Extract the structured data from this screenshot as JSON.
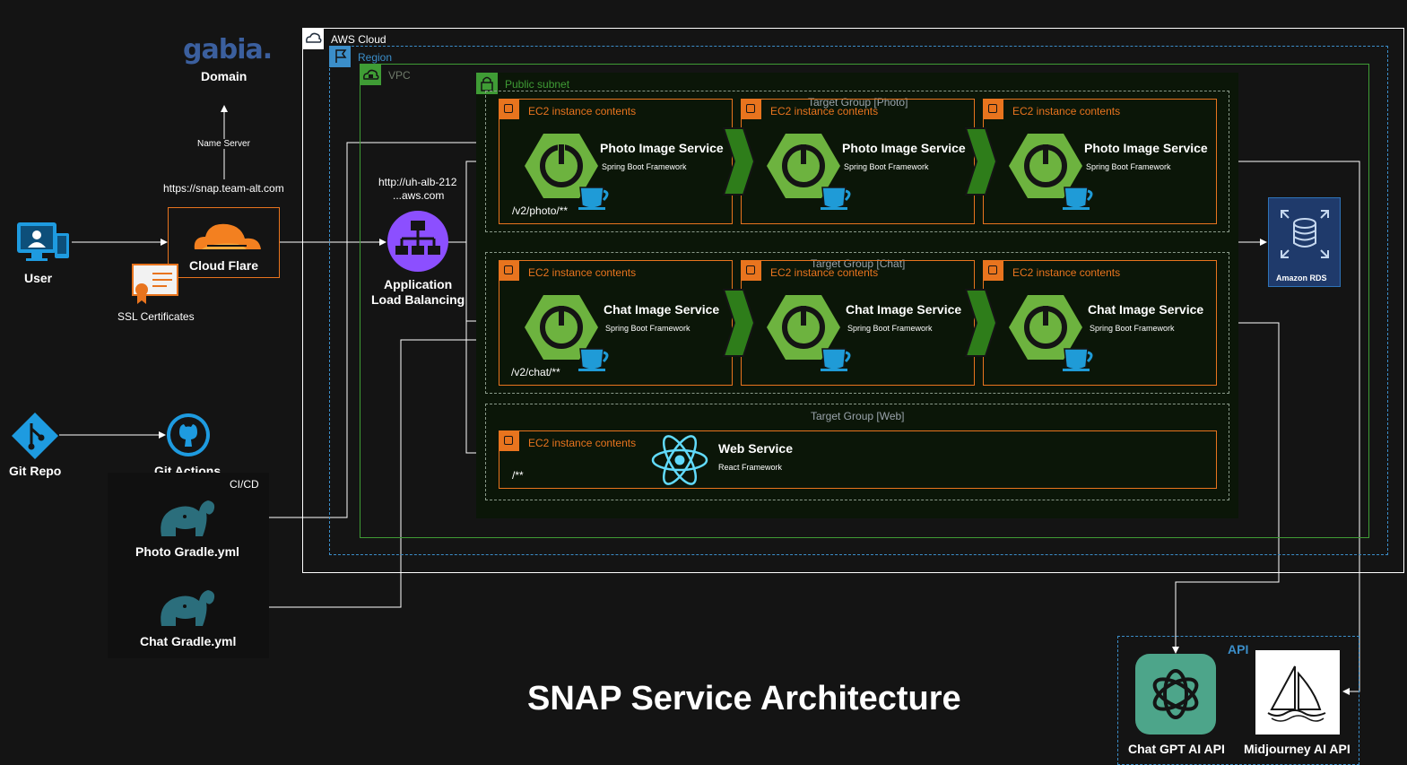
{
  "title": "SNAP Service Architecture",
  "domain_logo": "gabia.",
  "domain_label": "Domain",
  "name_server_label": "Name Server",
  "site_url": "https://snap.team-alt.com",
  "user_label": "User",
  "cloudflare_label": "Cloud Flare",
  "ssl_label": "SSL Certificates",
  "alb": {
    "url_line1": "http://uh-alb-212",
    "url_line2": "...aws.com",
    "label_line1": "Application",
    "label_line2": "Load Balancing"
  },
  "aws_cloud_label": "AWS Cloud",
  "region_label": "Region",
  "vpc_label": "VPC",
  "public_subnet_label": "Public subnet",
  "target_groups": {
    "photo": "Target Group [Photo]",
    "chat": "Target Group [Chat]",
    "web": "Target Group [Web]"
  },
  "ec2_title": "EC2 instance contents",
  "photo_service": {
    "name": "Photo Image Service",
    "framework": "Spring Boot Framework",
    "path": "/v2/photo/**"
  },
  "chat_service": {
    "name": "Chat Image Service",
    "framework": "Spring Boot Framework",
    "path": "/v2/chat/**"
  },
  "web_service": {
    "name": "Web Service",
    "framework": "React Framework",
    "path": "/**"
  },
  "rds_label": "Amazon RDS",
  "git_repo_label": "Git Repo",
  "git_actions_label": "Git Actions",
  "cicd_label": "CI/CD",
  "photo_gradle_label": "Photo Gradle.yml",
  "chat_gradle_label": "Chat Gradle.yml",
  "api_group_label": "API",
  "chatgpt_label": "Chat GPT AI API",
  "midjourney_label": "Midjourney AI API",
  "colors": {
    "background": "#141414",
    "ec2_orange": "#e8741e",
    "spring_green": "#6db33f",
    "arrow_green": "#2e7d1a",
    "vpc_green": "#3f9c35",
    "region_blue": "#3b8ec9",
    "alb_purple": "#8c4fff",
    "rds_blue": "#2e73b8",
    "cloudflare_orange": "#f38020"
  }
}
